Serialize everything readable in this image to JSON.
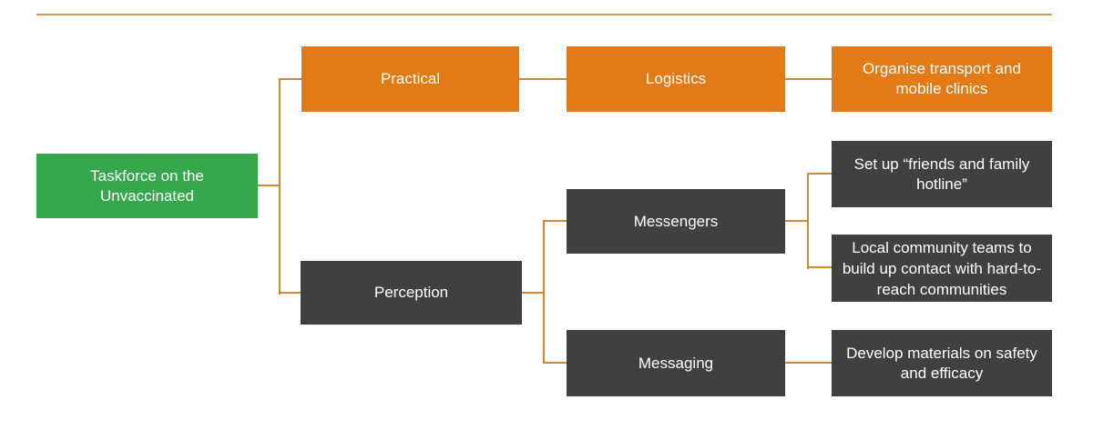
{
  "colors": {
    "page_bg": "#ffffff",
    "accent_orange": "#e27a15",
    "accent_green": "#35a84e",
    "accent_dark": "#404040",
    "connector_orange": "#d9862f",
    "top_rule_tan": "#d19a50",
    "box_text": "#ffffff"
  },
  "diagram": {
    "type": "org-chart",
    "nodes": {
      "taskforce": {
        "label": "Taskforce on the Unvaccinated",
        "level": 0,
        "color": "green",
        "parent": null
      },
      "practical": {
        "label": "Practical",
        "level": 1,
        "color": "orange",
        "parent": "taskforce"
      },
      "logistics": {
        "label": "Logistics",
        "level": 2,
        "color": "orange",
        "parent": "practical"
      },
      "organise": {
        "label": "Organise transport and mobile clinics",
        "level": 3,
        "color": "orange",
        "parent": "logistics"
      },
      "perception": {
        "label": "Perception",
        "level": 1,
        "color": "dark",
        "parent": "taskforce"
      },
      "messengers": {
        "label": "Messengers",
        "level": 2,
        "color": "dark",
        "parent": "perception"
      },
      "setup_hotline": {
        "label": "Set up “friends and family hotline”",
        "level": 3,
        "color": "dark",
        "parent": "messengers"
      },
      "local_teams": {
        "label": "Local community teams to build up contact with hard-to-reach communities",
        "level": 3,
        "color": "dark",
        "parent": "messengers"
      },
      "messaging": {
        "label": "Messaging",
        "level": 2,
        "color": "dark",
        "parent": "perception"
      },
      "develop_materials": {
        "label": "Develop materials on safety and efficacy",
        "level": 3,
        "color": "dark",
        "parent": "messaging"
      }
    }
  }
}
